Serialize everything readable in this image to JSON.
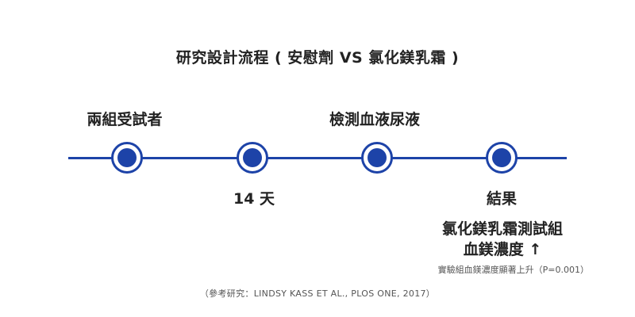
{
  "title": "研究設計流程 ( 安慰劑  VS  氯化鎂乳霜 )",
  "timeline": {
    "accent_color": "#1d43a8",
    "steps": [
      {
        "label": "兩組受試者",
        "position": "above"
      },
      {
        "label": "14 天",
        "position": "below"
      },
      {
        "label": "檢測血液尿液",
        "position": "above"
      },
      {
        "label": "結果",
        "position": "below"
      }
    ]
  },
  "result": {
    "line1": "氯化鎂乳霜測試組",
    "line2": "血鎂濃度 ↑",
    "note": "實驗組血鎂濃度顯著上升（P=0.001）"
  },
  "citation": "（參考研究：LINDSY KASS ET AL., PLOS ONE, 2017）"
}
